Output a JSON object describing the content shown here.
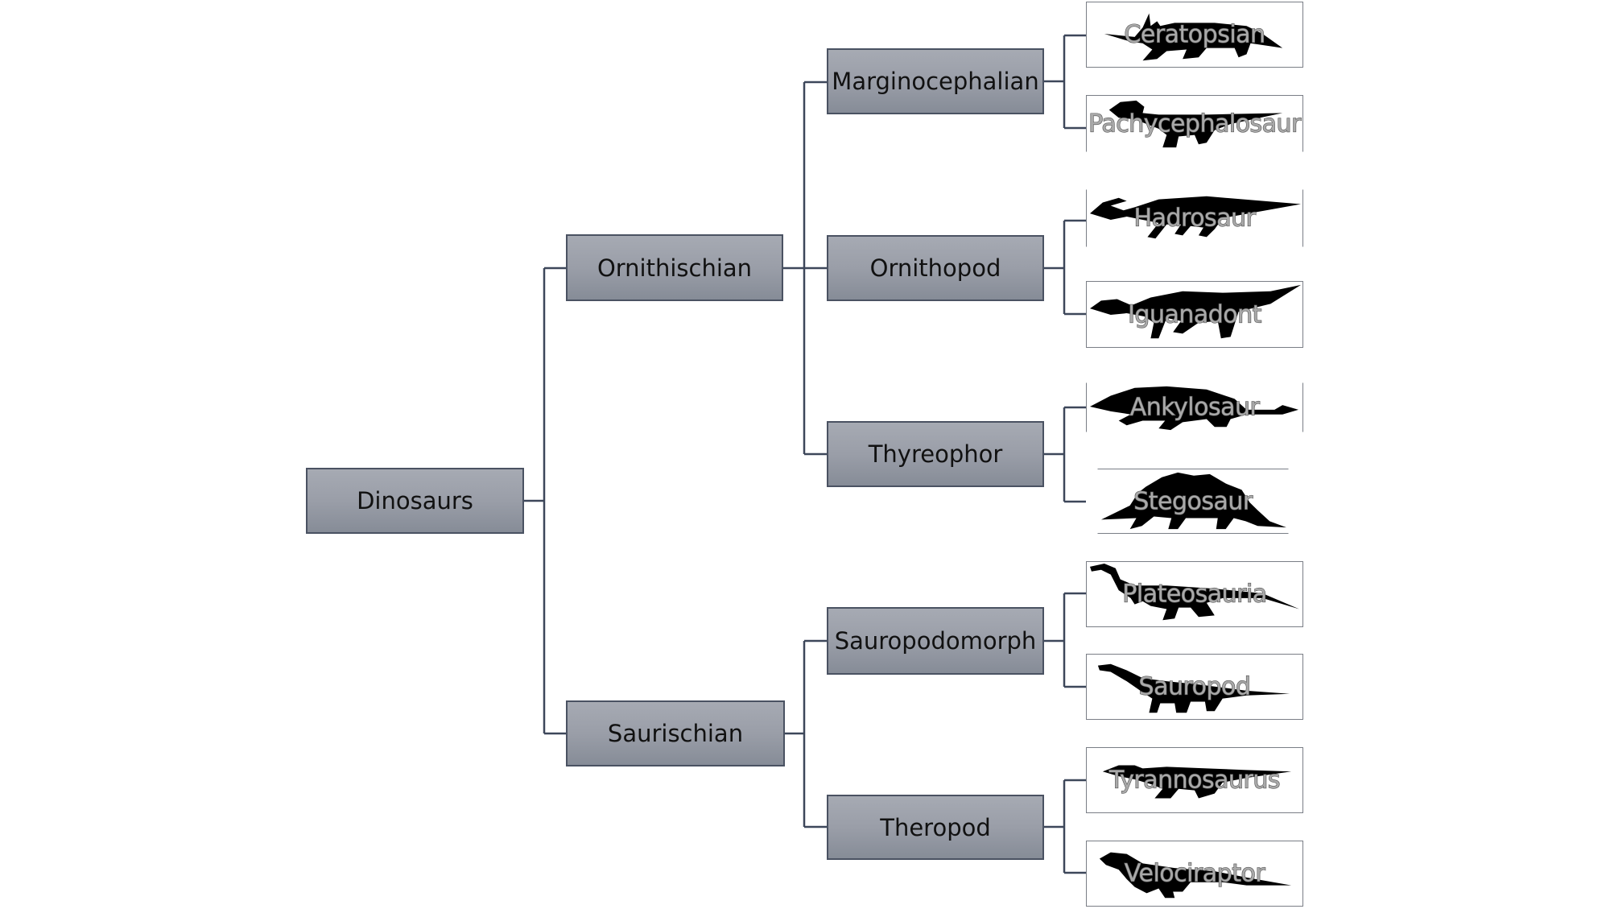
{
  "diagram": {
    "root": {
      "label": "Dinosaurs"
    },
    "orders": [
      {
        "label": "Ornithischian"
      },
      {
        "label": "Saurischian"
      }
    ],
    "suborders": [
      {
        "label": "Marginocephalian"
      },
      {
        "label": "Ornithopod"
      },
      {
        "label": "Thyreophor"
      },
      {
        "label": "Sauropodomorph"
      },
      {
        "label": "Theropod"
      }
    ],
    "leaves": [
      {
        "label": "Ceratopsian",
        "icon": "ceratopsian-silhouette-icon"
      },
      {
        "label": "Pachycephalosaur",
        "icon": "pachycephalosaur-silhouette-icon"
      },
      {
        "label": "Hadrosaur",
        "icon": "hadrosaur-silhouette-icon"
      },
      {
        "label": "Iguanadont",
        "icon": "iguanadont-silhouette-icon"
      },
      {
        "label": "Ankylosaur",
        "icon": "ankylosaur-silhouette-icon"
      },
      {
        "label": "Stegosaur",
        "icon": "stegosaur-silhouette-icon"
      },
      {
        "label": "Plateosauria",
        "icon": "plateosauria-silhouette-icon"
      },
      {
        "label": "Sauropod",
        "icon": "sauropod-silhouette-icon"
      },
      {
        "label": "Tyrannosaurus",
        "icon": "tyrannosaurus-silhouette-icon"
      },
      {
        "label": "Velociraptor",
        "icon": "velociraptor-silhouette-icon"
      }
    ]
  },
  "colors": {
    "connector": "#3d475a",
    "node_top": "#a6aab3",
    "node_bottom": "#868c97",
    "silhouette": "#000000"
  }
}
